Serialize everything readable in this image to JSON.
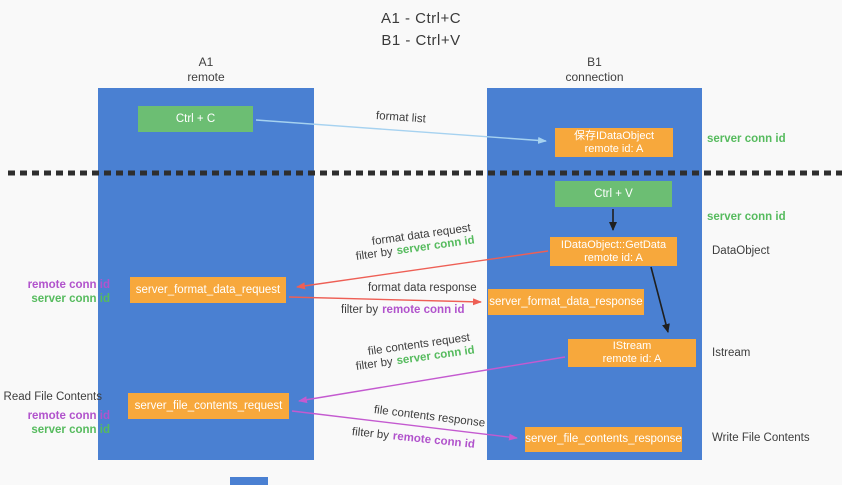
{
  "title": {
    "line1": "A1 - Ctrl+C",
    "line2": "B1 - Ctrl+V"
  },
  "columns": {
    "left": {
      "name": "A1",
      "role": "remote"
    },
    "right": {
      "name": "B1",
      "role": "connection"
    }
  },
  "boxes": {
    "ctrl_c": {
      "label": "Ctrl + C"
    },
    "ctrl_v": {
      "label": "Ctrl + V"
    },
    "save_dataobject": {
      "line1": "保存IDataObject",
      "line2": "remote id: A"
    },
    "getdata": {
      "line1": "IDataObject::GetData",
      "line2": "remote id: A"
    },
    "istream": {
      "line1": "IStream",
      "line2": "remote id: A"
    },
    "format_request": {
      "label": "server_format_data_request"
    },
    "format_response": {
      "label": "server_format_data_response"
    },
    "file_request": {
      "label": "server_file_contents_request"
    },
    "file_response": {
      "label": "server_file_contents_response"
    }
  },
  "flow_labels": {
    "format_list": "format list",
    "format_data_request": "format data request",
    "format_data_response": "format data response",
    "file_contents_request": "file contents request",
    "file_contents_response": "file contents response",
    "filter_by": "filter by",
    "server_conn_id": "server conn id",
    "remote_conn_id": "remote conn id"
  },
  "side_labels": {
    "server_conn_id_top": "server conn id",
    "server_conn_id_mid": "server conn id",
    "dataobject": "DataObject",
    "istream": "Istream",
    "write_file_contents": "Write File Contents",
    "read_file_contents": "Read File Contents",
    "remote_conn_id": "remote conn id",
    "server_conn_id": "server conn id"
  },
  "colors": {
    "column_blue": "#4a80d2",
    "box_green": "#6cbe73",
    "box_orange": "#f7a83c",
    "arrow_lightblue": "#a6d2f0",
    "arrow_red": "#ee5f55",
    "arrow_magenta": "#c45ad0",
    "arrow_black": "#1f1f1f",
    "label_green": "#56bb5e",
    "label_purple": "#b153cc"
  }
}
